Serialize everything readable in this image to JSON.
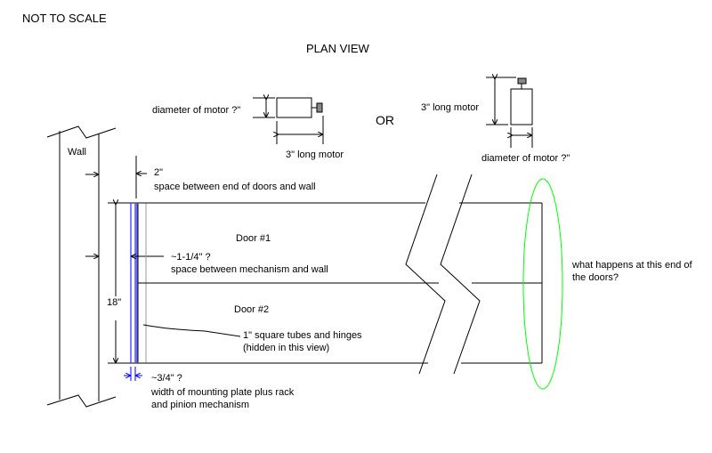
{
  "header": {
    "scale_note": "NOT TO SCALE",
    "view_title": "PLAN VIEW",
    "or_label": "OR"
  },
  "motor_horizontal": {
    "diameter_label": "diameter of motor ?\"",
    "length_label": "3\" long motor"
  },
  "motor_vertical": {
    "length_label": "3\" long motor",
    "diameter_label": "diameter of motor ?\""
  },
  "wall": {
    "label": "Wall"
  },
  "gap_end": {
    "value": "2\"",
    "description": "space between end of doors and wall"
  },
  "doors": [
    {
      "label": "Door #1"
    },
    {
      "label": "Door #2"
    }
  ],
  "mechanism_gap": {
    "value": "~1-1/4\" ?",
    "description": "space between mechanism and wall"
  },
  "height_dim": {
    "value": "18\""
  },
  "tubes_note": {
    "line1": "1\" square tubes and hinges",
    "line2": "(hidden in this view)"
  },
  "plate_width": {
    "value": "~3/4\" ?",
    "line1": "width of mounting plate plus rack",
    "line2": "and pinion mechanism"
  },
  "end_question": {
    "line1": "what happens at this end of",
    "line2": "the doors?"
  },
  "colors": {
    "line": "#000000",
    "door_edge": "#555555",
    "mechanism": "#0000ff",
    "mechanism_fill": "#6a6aff",
    "highlight_ellipse": "#00ff00"
  }
}
